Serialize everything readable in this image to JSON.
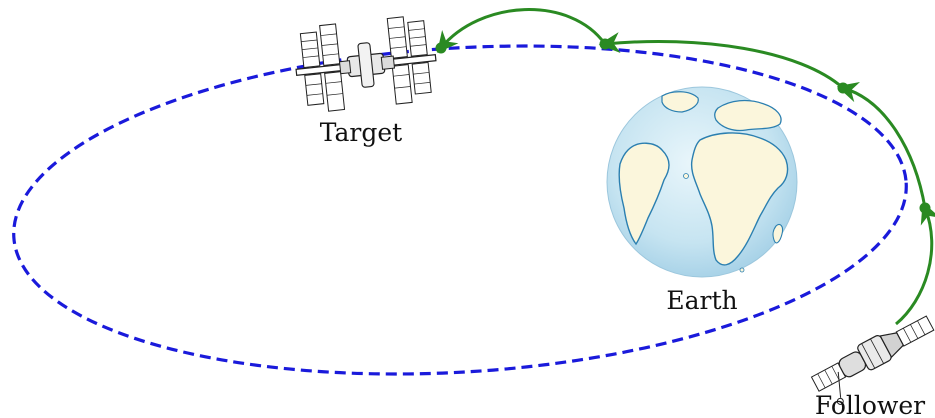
{
  "labels": {
    "target": "Target",
    "earth": "Earth",
    "follower": "Follower"
  },
  "colors": {
    "orbit": "#1a1adb",
    "trajectory": "#2a8a22",
    "ocean": "#cde8f3",
    "land": "#fbf6dc",
    "coast": "#2b7fb0"
  },
  "icons": {
    "target": "space-station-icon",
    "earth": "earth-globe-icon",
    "follower": "spacecraft-icon"
  }
}
